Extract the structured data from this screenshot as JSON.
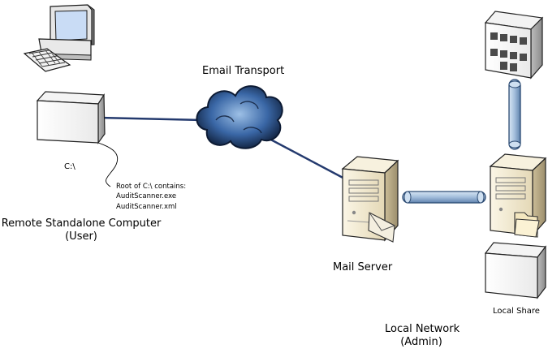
{
  "labels": {
    "email_transport": "Email Transport",
    "drive": "C:\\",
    "root_note": [
      "Root of C:\\ contains:",
      "AuditScanner.exe",
      "AuditScanner.xml"
    ],
    "remote_computer": [
      "Remote Standalone Computer",
      "(User)"
    ],
    "mail_server": "Mail Server",
    "local_share": "Local Share",
    "local_network": [
      "Local Network",
      "(Admin)"
    ]
  },
  "colors": {
    "link_line": "#243a6e",
    "pipe_fill": "#a9c3dd",
    "pipe_stroke": "#2b4a72",
    "server_body": "#efe6cd",
    "cloud_dark": "#12213a",
    "cloud_light": "#8eb2d8"
  }
}
